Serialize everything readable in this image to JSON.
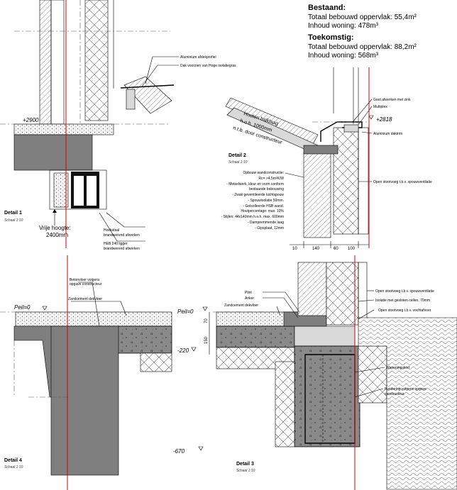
{
  "summary": {
    "existing_title": "Bestaand:",
    "existing_area": "Totaal bebouwd oppervlak: 55,4m²",
    "existing_volume": "Inhoud woning: 478m³",
    "future_title": "Toekomstig:",
    "future_area": "Totaal bebouwd oppervlak: 88,2m²",
    "future_volume": "Inhoud woning: 568m³"
  },
  "detail1": {
    "title": "Detail 1",
    "scale": "Schaal 1:10",
    "level": "+2900",
    "notes": {
      "alu": "Aluminium afdekprofiel",
      "roof": "Dak voorzien van Hoge isolatiegras",
      "corner": "Hoekstaal",
      "corner2": "brandwerend afwerken",
      "heb": "HEB 240 ligger",
      "heb2": "brandwerend afwerken"
    },
    "height_label": "Vrije hoogte:",
    "height_value": "2400mm"
  },
  "detail2": {
    "title": "Detail 2",
    "scale": "Schaal 1:10",
    "level": "+2818",
    "beam_label_1": "Houten balklaag",
    "beam_label_2": "h.o.h. 1000mm",
    "beam_label_3": "n.t.b. door constructeur",
    "right_notes": {
      "gutter": "Goot afwerken met zink",
      "multiplex": "Multiplex",
      "alu": "Aluminium daktrim",
      "vent": "Open stootvoeg t.b.v. spouwventilatie"
    },
    "wall_notes": [
      "Opbouw wandconstructie:",
      "Rc= >4,5m²K/W",
      "- Metselwerk, kleur en vorm conform",
      "  bestaande bebouwing",
      "- Zwak geventileerde luchtspouw",
      "- Spouwisolatie 50mm.",
      "- Gelsolleerde HSB wand.",
      "  Houtpercentage: max. 10%",
      "- Stijlen: 44x140mm h.o.h. max. 600mm",
      "- Dampremmende laag",
      "- Gipsplaat, 12mm"
    ],
    "dims": [
      "10",
      "140",
      "60",
      "100"
    ]
  },
  "detail3": {
    "title": "Detail 3",
    "scale": "Schaal 1:10",
    "levels": {
      "peil": "Peil=0",
      "minus220": "-220",
      "minus670": "-670"
    },
    "dims": [
      "70",
      "150"
    ],
    "left_notes": {
      "plint": "Plint",
      "anker": "Anker",
      "zand": "Zandcement dekvloer"
    },
    "right_notes": {
      "vent": "Open stootvoeg t.b.v. spouwventilatie",
      "iso": "Isolatie met gesloten cellen, 70mm",
      "vocht": "Open stootvoeg t.b.v. vochtafvoer",
      "wapening": "Wapeningskorf",
      "fund1": "Fundering volgens opgave",
      "fund2": "constructeur."
    }
  },
  "detail4": {
    "title": "Detail 4",
    "scale": "Schaal 1:10",
    "levels": {
      "peil": "Peil=0",
      "minus220": "-220"
    },
    "notes": {
      "beton1": "Betonvloer volgens",
      "beton2": "opgave constructeur",
      "zand": "Zandcement dekvloer"
    }
  },
  "colors": {
    "axis": "#d40000",
    "concrete": "#7f7f7f",
    "line": "#000000"
  }
}
